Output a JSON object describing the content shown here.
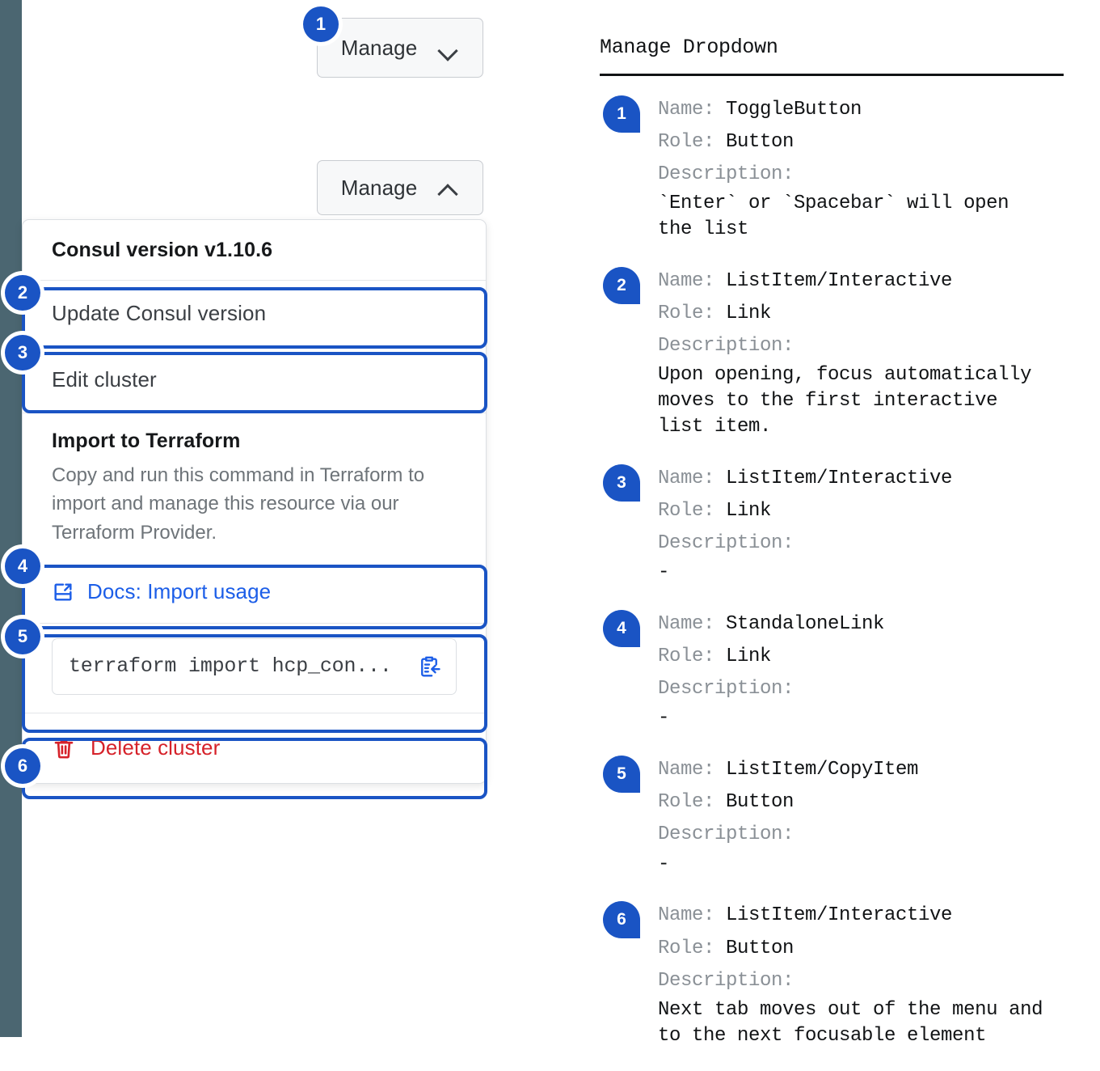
{
  "theme": {
    "accent": "#1a54c4",
    "rail": "#4b6671",
    "danger": "#d6222a",
    "link": "#1c5ee8",
    "muted": "#6e7479"
  },
  "screenshot": {
    "collapsed_button": {
      "label": "Manage",
      "icon": "chevron-down-icon"
    },
    "expanded_button": {
      "label": "Manage",
      "icon": "chevron-up-icon"
    },
    "dropdown": {
      "version_header": "Consul version v1.10.6",
      "items": [
        {
          "label": "Update Consul version"
        },
        {
          "label": "Edit cluster"
        }
      ],
      "terraform": {
        "title": "Import to Terraform",
        "body": "Copy and run this command in Terraform to import and manage this resource via our Terraform Provider.",
        "docs_link": "Docs: Import usage",
        "docs_icon": "external-link-icon",
        "command": "terraform import hcp_con...",
        "copy_icon": "clipboard-copy-icon"
      },
      "delete": {
        "label": "Delete cluster",
        "icon": "trash-icon"
      }
    },
    "markers": [
      "1",
      "2",
      "3",
      "4",
      "5",
      "6"
    ]
  },
  "legend": {
    "title": "Manage Dropdown",
    "labels": {
      "name": "Name: ",
      "role": "Role: ",
      "description": "Description:"
    },
    "entries": [
      {
        "num": "1",
        "name": "ToggleButton",
        "role": "Button",
        "description": "`Enter` or `Spacebar` will open\nthe list"
      },
      {
        "num": "2",
        "name": "ListItem/Interactive",
        "role": "Link",
        "description": "Upon opening, focus automatically\nmoves to the first interactive\nlist item."
      },
      {
        "num": "3",
        "name": "ListItem/Interactive",
        "role": "Link",
        "description": "-"
      },
      {
        "num": "4",
        "name": "StandaloneLink",
        "role": "Link",
        "description": "-"
      },
      {
        "num": "5",
        "name": "ListItem/CopyItem",
        "role": "Button",
        "description": "-"
      },
      {
        "num": "6",
        "name": "ListItem/Interactive",
        "role": "Button",
        "description": "Next tab moves out of the menu and\nto the next focusable element"
      }
    ]
  }
}
